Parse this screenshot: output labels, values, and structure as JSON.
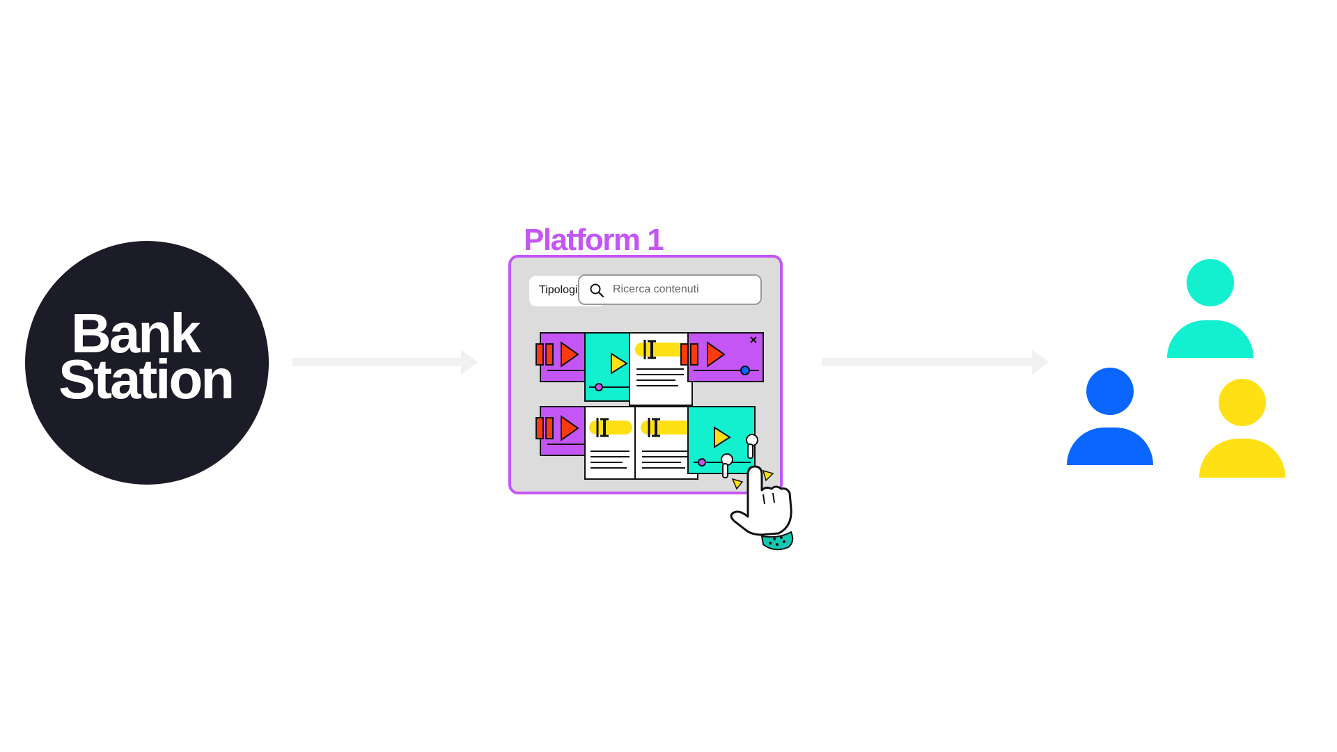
{
  "logo": {
    "line1": "Bank",
    "line2": "Station"
  },
  "platform": {
    "title": "Platform 1",
    "filter_label": "Tipologia",
    "search_placeholder": "Ricerca contenuti"
  },
  "colors": {
    "logo_bg": "#1c1c28",
    "platform_accent": "#c356f5",
    "card_purple": "#c356f5",
    "card_teal": "#12f0d0",
    "highlight_yellow": "#ffe014",
    "play_red": "#ff3a10",
    "user_teal": "#12f0d0",
    "user_blue": "#0a66ff",
    "user_yellow": "#ffe014",
    "arrow": "#f1f1f1"
  },
  "icons": [
    "search-icon",
    "close-icon",
    "play-icon",
    "text-cursor-icon",
    "hand-pointer-icon",
    "earbuds-icon",
    "user-icon"
  ]
}
